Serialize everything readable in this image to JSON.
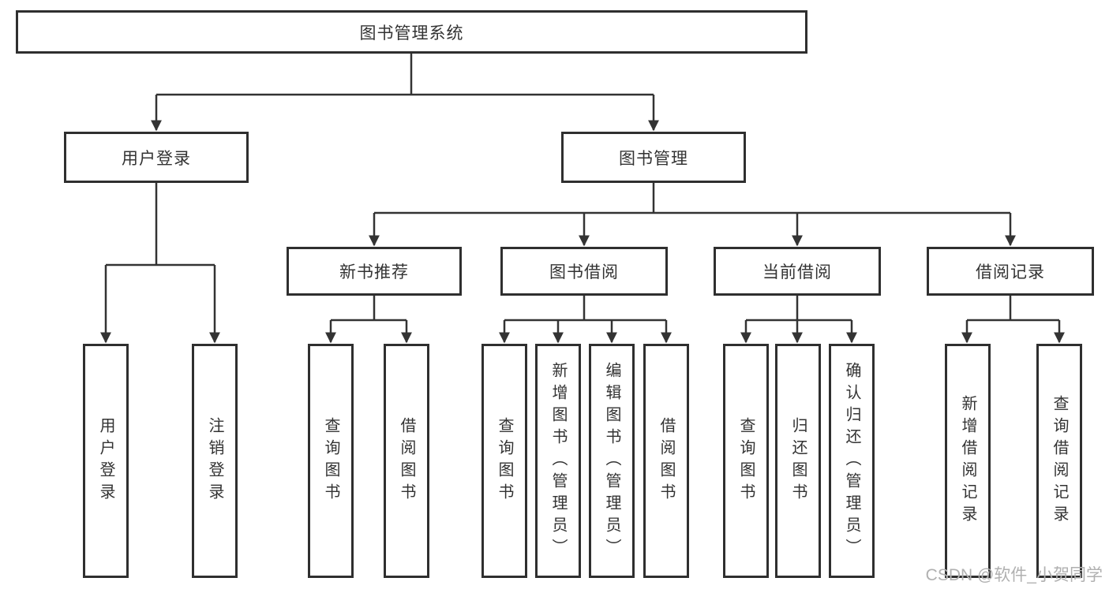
{
  "tree": {
    "root": {
      "label": "图书管理系统",
      "children": [
        {
          "label": "用户登录",
          "children": [
            {
              "label": "用户登录"
            },
            {
              "label": "注销登录"
            }
          ]
        },
        {
          "label": "图书管理",
          "children": [
            {
              "label": "新书推荐",
              "children": [
                {
                  "label": "查询图书"
                },
                {
                  "label": "借阅图书"
                }
              ]
            },
            {
              "label": "图书借阅",
              "children": [
                {
                  "label": "查询图书"
                },
                {
                  "label": "新增图书（管理员）"
                },
                {
                  "label": "编辑图书（管理员）"
                },
                {
                  "label": "借阅图书"
                }
              ]
            },
            {
              "label": "当前借阅",
              "children": [
                {
                  "label": "查询图书"
                },
                {
                  "label": "归还图书"
                },
                {
                  "label": "确认归还（管理员）"
                }
              ]
            },
            {
              "label": "借阅记录",
              "children": [
                {
                  "label": "新增借阅记录"
                },
                {
                  "label": "查询借阅记录"
                }
              ]
            }
          ]
        }
      ]
    }
  },
  "watermark": {
    "text": "CSDN @软件_小贺同学"
  },
  "colors": {
    "line": "#333333",
    "box_border": "#2f2f2f",
    "text": "#333333",
    "watermark": "#b0b0b0",
    "background": "#ffffff"
  }
}
